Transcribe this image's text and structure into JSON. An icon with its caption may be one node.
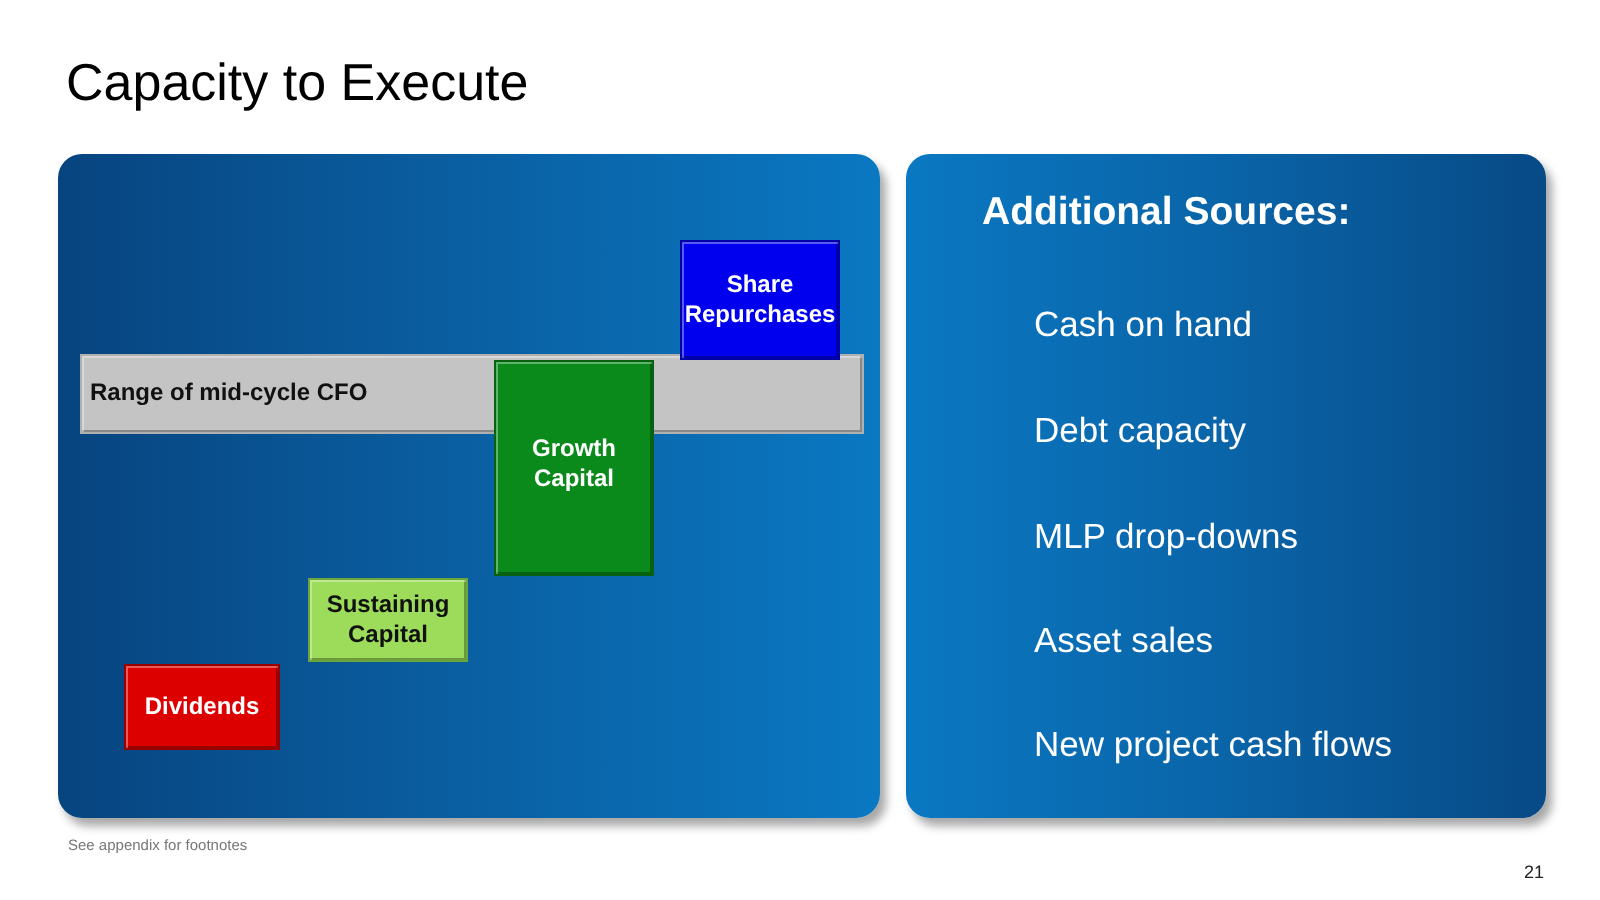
{
  "diagram": {
    "title": "Capacity to Execute",
    "nodes": [
      {
        "text": [],
        "shape": "box"
      },
      {
        "text": [
          "Share Repurchases"
        ],
        "in": 0
      },
      {
        "text": [
          "Range of mid-cycle CFO"
        ],
        "in": 0
      },
      {
        "text": [
          "Growth Capital"
        ],
        "in": 0
      },
      {
        "text": [
          "Sustaining Capital"
        ],
        "in": 0
      },
      {
        "text": [
          "Dividends"
        ],
        "in": 0
      },
      {
        "text": [
          "Additional Sources:",
          "Cash on hand",
          "Debt capacity",
          "MLP drop-downs",
          "Asset sales",
          "New project cash flows"
        ]
      }
    ],
    "labels": [
      "See appendix for footnotes",
      "21"
    ]
  }
}
